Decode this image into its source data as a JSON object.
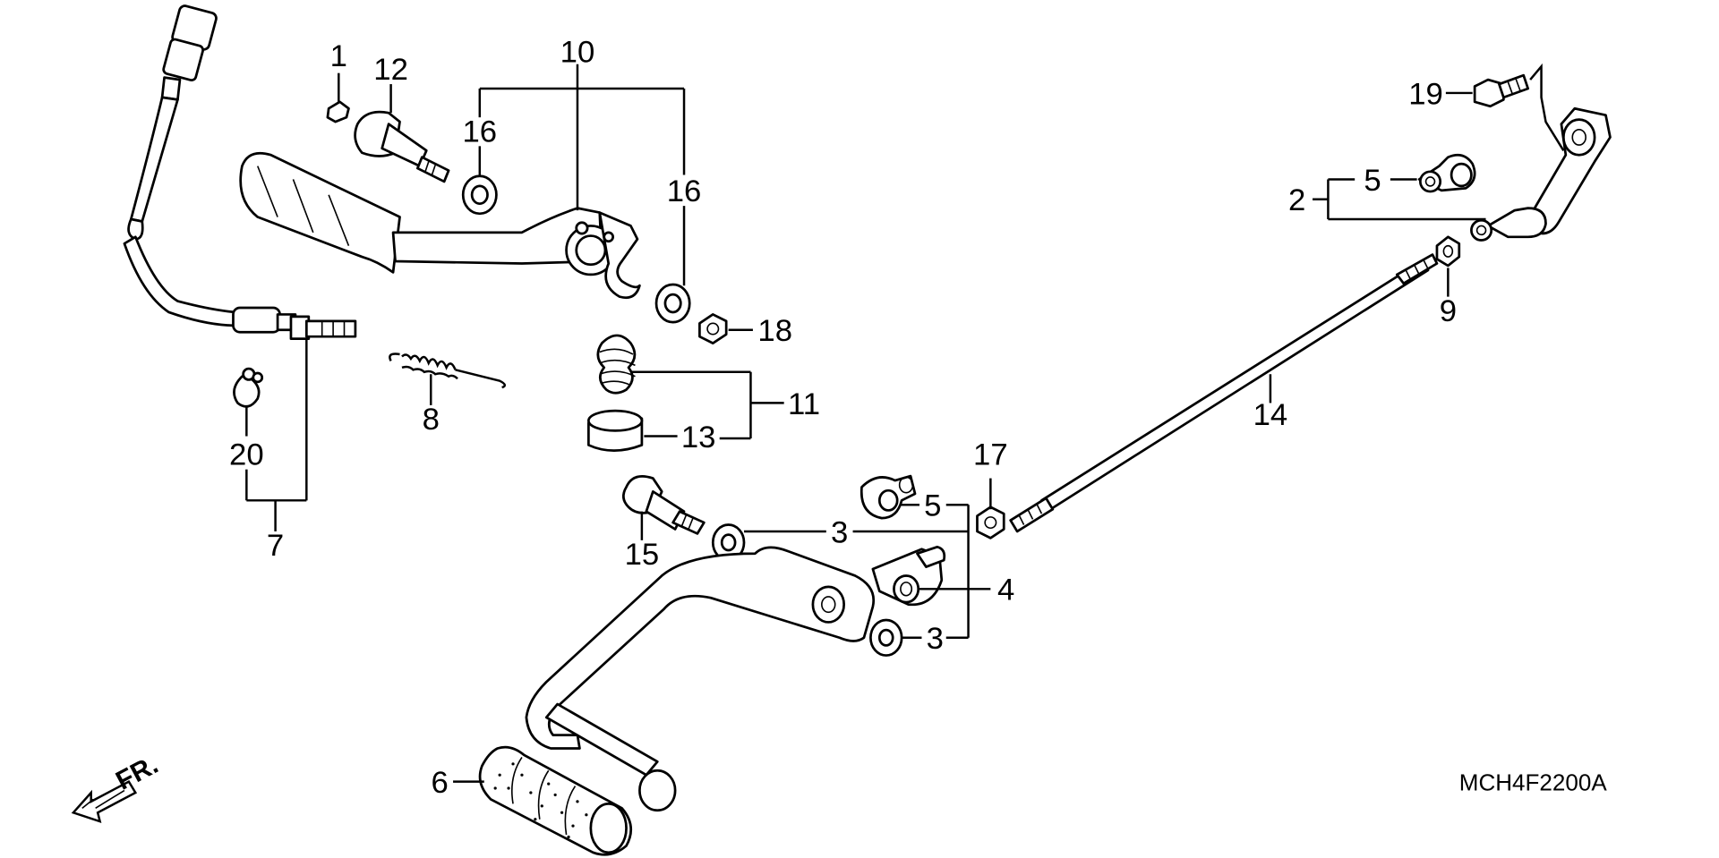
{
  "diagram": {
    "code": "MCH4F2200A",
    "direction_label": "FR.",
    "callouts": [
      "1",
      "2",
      "3",
      "3",
      "4",
      "5",
      "5",
      "6",
      "7",
      "8",
      "9",
      "10",
      "11",
      "12",
      "13",
      "14",
      "15",
      "16",
      "16",
      "17",
      "18",
      "19",
      "20"
    ]
  },
  "parts": [
    {
      "id": "1",
      "icon": "nut-icon"
    },
    {
      "id": "2",
      "icon": "arm-icon"
    },
    {
      "id": "3",
      "icon": "washer-icon"
    },
    {
      "id": "4",
      "icon": "joint-icon"
    },
    {
      "id": "5",
      "icon": "ball-joint-icon"
    },
    {
      "id": "6",
      "icon": "pedal-rubber-icon"
    },
    {
      "id": "7",
      "icon": "switch-icon"
    },
    {
      "id": "8",
      "icon": "spring-icon"
    },
    {
      "id": "9",
      "icon": "nut-icon"
    },
    {
      "id": "10",
      "icon": "pedal-icon"
    },
    {
      "id": "11",
      "icon": "spring-set-icon"
    },
    {
      "id": "12",
      "icon": "bolt-icon"
    },
    {
      "id": "13",
      "icon": "collar-icon"
    },
    {
      "id": "14",
      "icon": "rod-icon"
    },
    {
      "id": "15",
      "icon": "bolt-icon"
    },
    {
      "id": "16",
      "icon": "seal-icon"
    },
    {
      "id": "17",
      "icon": "nut-icon"
    },
    {
      "id": "18",
      "icon": "nut-icon"
    },
    {
      "id": "19",
      "icon": "bolt-icon"
    },
    {
      "id": "20",
      "icon": "clip-icon"
    }
  ]
}
